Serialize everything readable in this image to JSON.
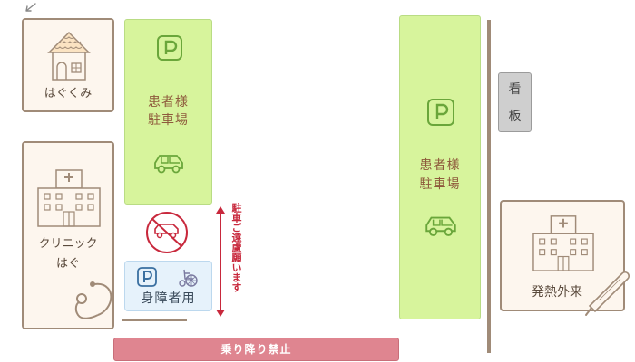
{
  "buildings": {
    "haguhaguhouse_label": "はぐくみ",
    "clinic_label_line1": "クリニック",
    "clinic_label_line2": "はぐ",
    "fever_label": "発熱外来"
  },
  "parking": {
    "left_lot_line1": "患者様",
    "left_lot_line2": "駐車場",
    "right_lot_line1": "患者様",
    "right_lot_line2": "駐車場",
    "accessible_label": "身障者用"
  },
  "signboard": {
    "line1": "看",
    "line2": "板"
  },
  "notices": {
    "no_parking_vertical": "駐車ご遠慮願います",
    "no_stopping_band": "乗り降り禁止"
  },
  "colors": {
    "lot_fill": "#d7f49c",
    "lot_text": "#8e5a3c",
    "warning_red": "#c8283c",
    "band_pink": "#df8590",
    "building_stroke": "#a08b78",
    "building_fill": "#fdf6ee",
    "accessible_fill": "#e6f2fb",
    "icon_green": "#6aa63a"
  },
  "icons": [
    "arrow-icon",
    "house-icon",
    "hospital-icon",
    "parking-p-icon",
    "car-icon",
    "no-parking-icon",
    "wheelchair-icon",
    "stethoscope-icon",
    "thermometer-icon",
    "double-arrow-icon"
  ]
}
